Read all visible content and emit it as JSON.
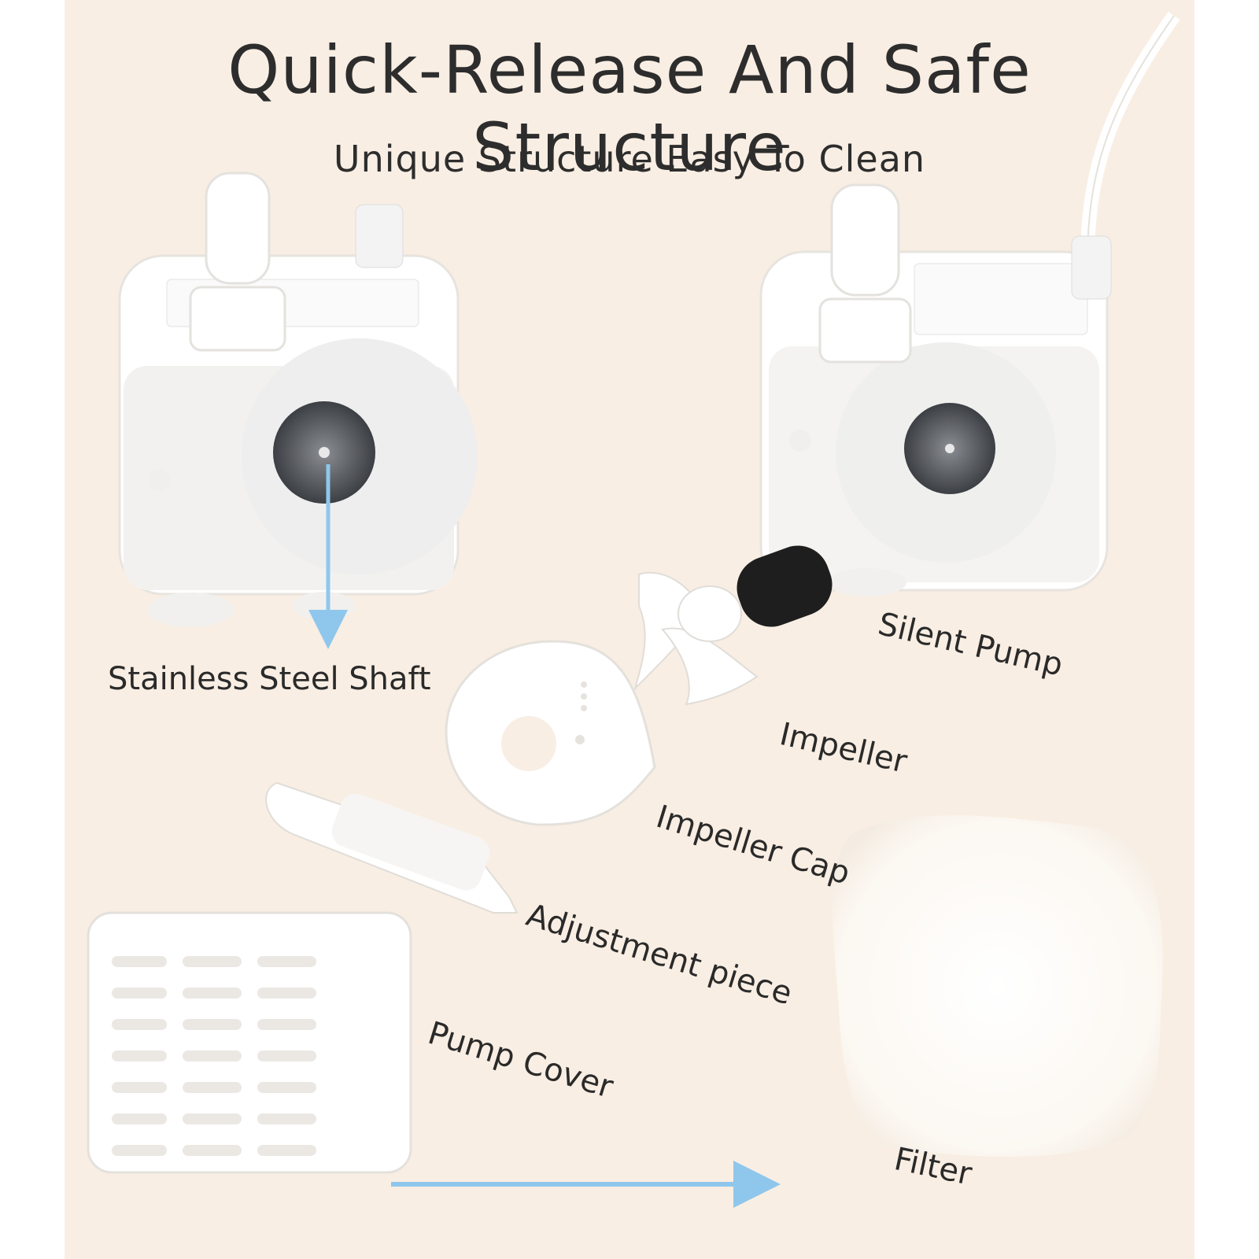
{
  "header": {
    "title": "Quick-Release And Safe Structure",
    "subtitle": "Unique Structure Easy To Clean"
  },
  "parts": {
    "shaft": "Stainless Steel Shaft",
    "silent_pump": "Silent Pump",
    "impeller": "Impeller",
    "impeller_cap": "Impeller Cap",
    "adjustment_piece": "Adjustment piece",
    "pump_cover": "Pump Cover",
    "filter": "Filter"
  },
  "colors": {
    "background": "#f9eee3",
    "arrow": "#8fc7ec",
    "plastic": "#ffffff"
  }
}
